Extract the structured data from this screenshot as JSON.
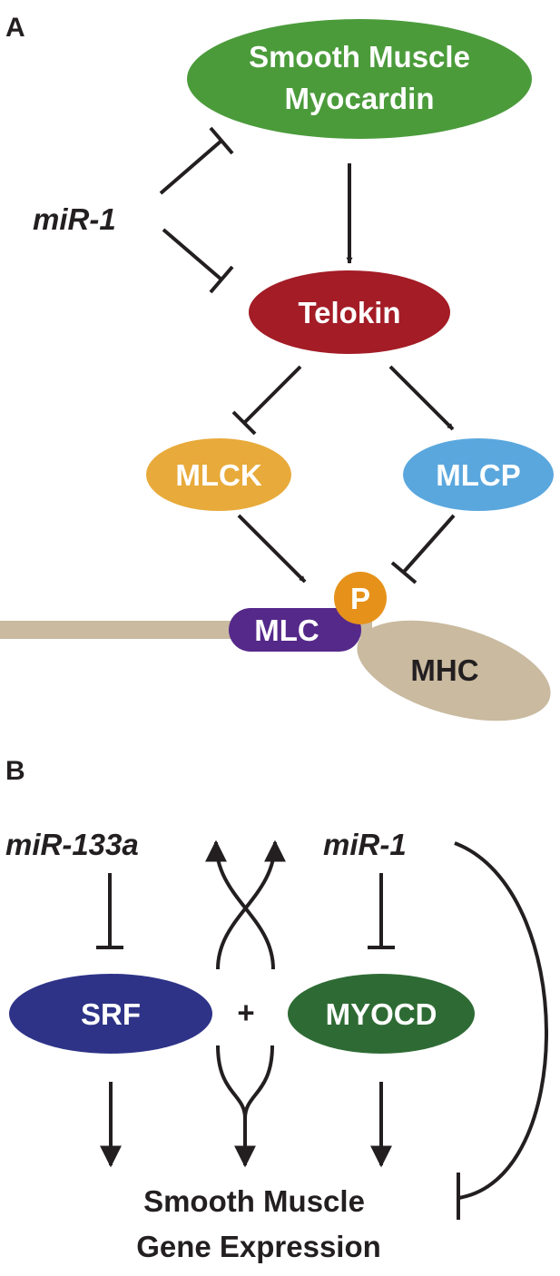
{
  "panelA": {
    "label": "A",
    "myocardin": {
      "line1": "Smooth Muscle",
      "line2": "Myocardin",
      "color": "#4b9b3b"
    },
    "mir1": "miR-1",
    "telokin": {
      "text": "Telokin",
      "color": "#a31c26"
    },
    "mlck": {
      "text": "MLCK",
      "color": "#e8aa3a"
    },
    "mlcp": {
      "text": "MLCP",
      "color": "#5aa7de"
    },
    "mlc": {
      "text": "MLC",
      "color": "#55298a"
    },
    "phospho": {
      "text": "P",
      "color": "#e6921a"
    },
    "mhc": {
      "text": "MHC",
      "color": "#c9baa0"
    }
  },
  "panelB": {
    "label": "B",
    "mir133a": "miR-133a",
    "mir1": "miR-1",
    "srf": {
      "text": "SRF",
      "color": "#2e3388"
    },
    "myocd": {
      "text": "MYOCD",
      "color": "#2e6b34"
    },
    "plus": "+",
    "output": {
      "line1": "Smooth Muscle",
      "line2": "Gene Expression"
    }
  }
}
